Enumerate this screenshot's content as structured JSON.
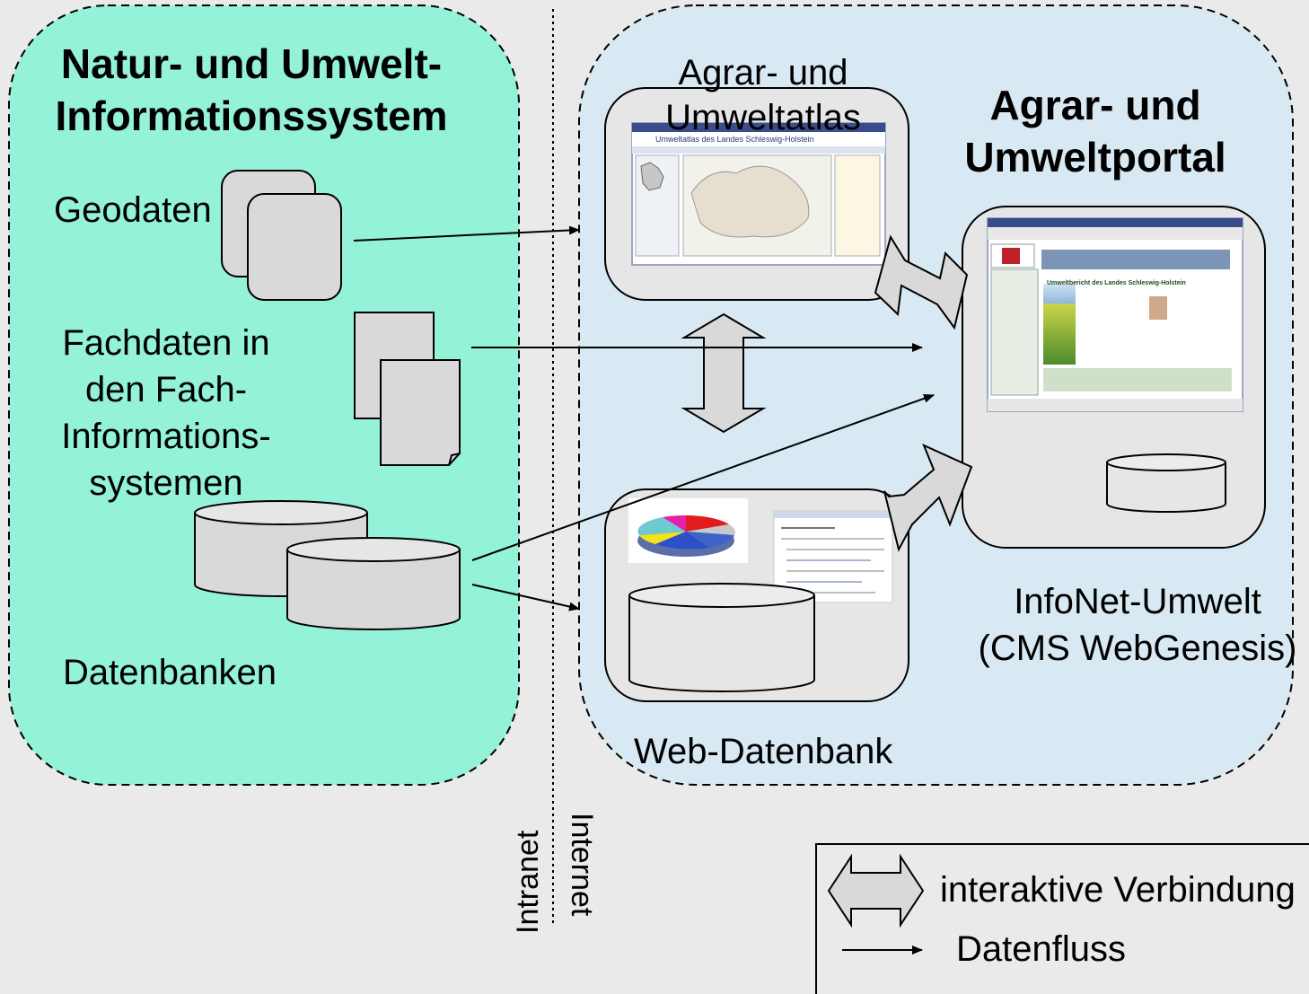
{
  "left_panel": {
    "title_line1": "Natur- und Umwelt-",
    "title_line2": "Informationssystem",
    "geodaten": "Geodaten",
    "fachdaten_lines": [
      "Fachdaten in",
      "den Fach-",
      "Informations-",
      "systemen"
    ],
    "datenbanken": "Datenbanken"
  },
  "right_panel": {
    "title_line1": "Agrar- und",
    "title_line2": "Umweltportal",
    "atlas_line1": "Agrar- und",
    "atlas_line2": "Umweltatlas",
    "atlas_screenshot_title": "Umweltatlas des Landes Schleswig-Holstein",
    "portal_screenshot_heading": "Umweltbericht des Landes Schleswig-Holstein",
    "infonet_line1": "InfoNet-Umwelt",
    "infonet_line2": "(CMS WebGenesis)",
    "webdb": "Web-Datenbank"
  },
  "divider": {
    "intranet": "Intranet",
    "internet": "Internet"
  },
  "legend": {
    "interactive": "interaktive Verbindung",
    "dataflow": "Datenfluss"
  },
  "colors": {
    "left_bg": "#94f2d8",
    "right_bg": "#d9e9f3",
    "box_fill": "#e6e6e6",
    "doc_fill": "#d9d9d9",
    "background": "#eaeaea"
  }
}
